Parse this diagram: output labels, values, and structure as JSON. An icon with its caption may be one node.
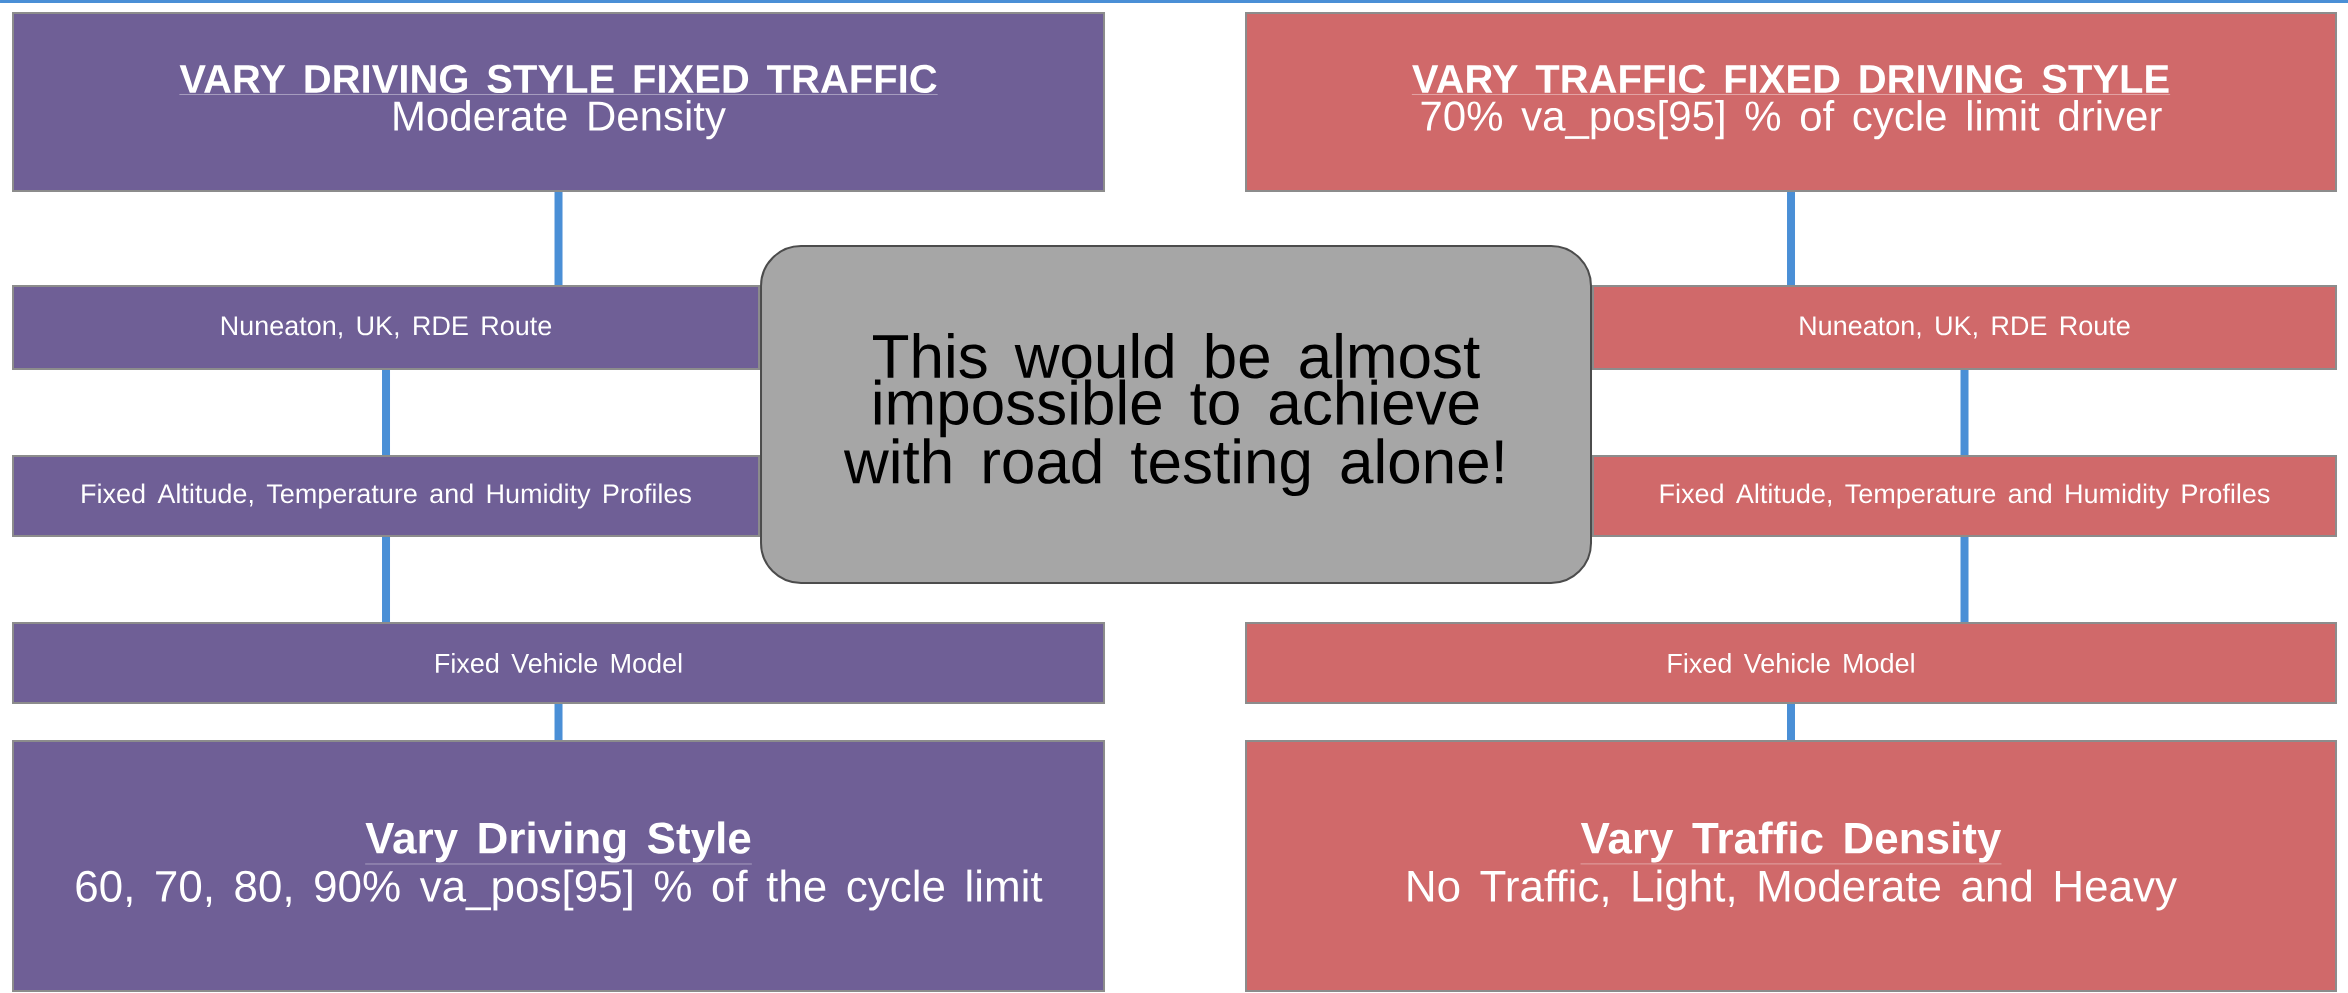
{
  "diagram": {
    "nodes": [
      {
        "text": [
          "VARY DRIVING STYLE FIXED TRAFFIC",
          "Moderate Density"
        ]
      },
      {
        "text": [
          "Nuneaton, UK, RDE Route"
        ]
      },
      {
        "text": [
          "Fixed Altitude, Temperature and Humidity Profiles"
        ]
      },
      {
        "text": [
          "Fixed Vehicle Model"
        ]
      },
      {
        "text": [
          "Vary Driving Style",
          "60, 70, 80, 90% va_pos[95] % of the cycle limit"
        ]
      },
      {
        "text": [
          "VARY TRAFFIC FIXED DRIVING STYLE",
          "70% va_pos[95] % of cycle limit driver"
        ]
      },
      {
        "text": [
          "Nuneaton, UK, RDE Route"
        ]
      },
      {
        "text": [
          "Fixed Altitude, Temperature and Humidity Profiles"
        ]
      },
      {
        "text": [
          "Fixed Vehicle Model"
        ]
      },
      {
        "text": [
          "Vary Traffic Density",
          "No Traffic, Light, Moderate and Heavy"
        ]
      },
      {
        "text": [
          "This would be almost impossible to achieve with road testing alone!"
        ]
      }
    ],
    "edges": [
      {
        "from": 0,
        "to": 1,
        "arrow": "none"
      },
      {
        "from": 1,
        "to": 2,
        "arrow": "none"
      },
      {
        "from": 2,
        "to": 3,
        "arrow": "none"
      },
      {
        "from": 3,
        "to": 4,
        "arrow": "none"
      },
      {
        "from": 5,
        "to": 6,
        "arrow": "none"
      },
      {
        "from": 6,
        "to": 7,
        "arrow": "none"
      },
      {
        "from": 7,
        "to": 8,
        "arrow": "none"
      },
      {
        "from": 8,
        "to": 9,
        "arrow": "none"
      }
    ]
  }
}
